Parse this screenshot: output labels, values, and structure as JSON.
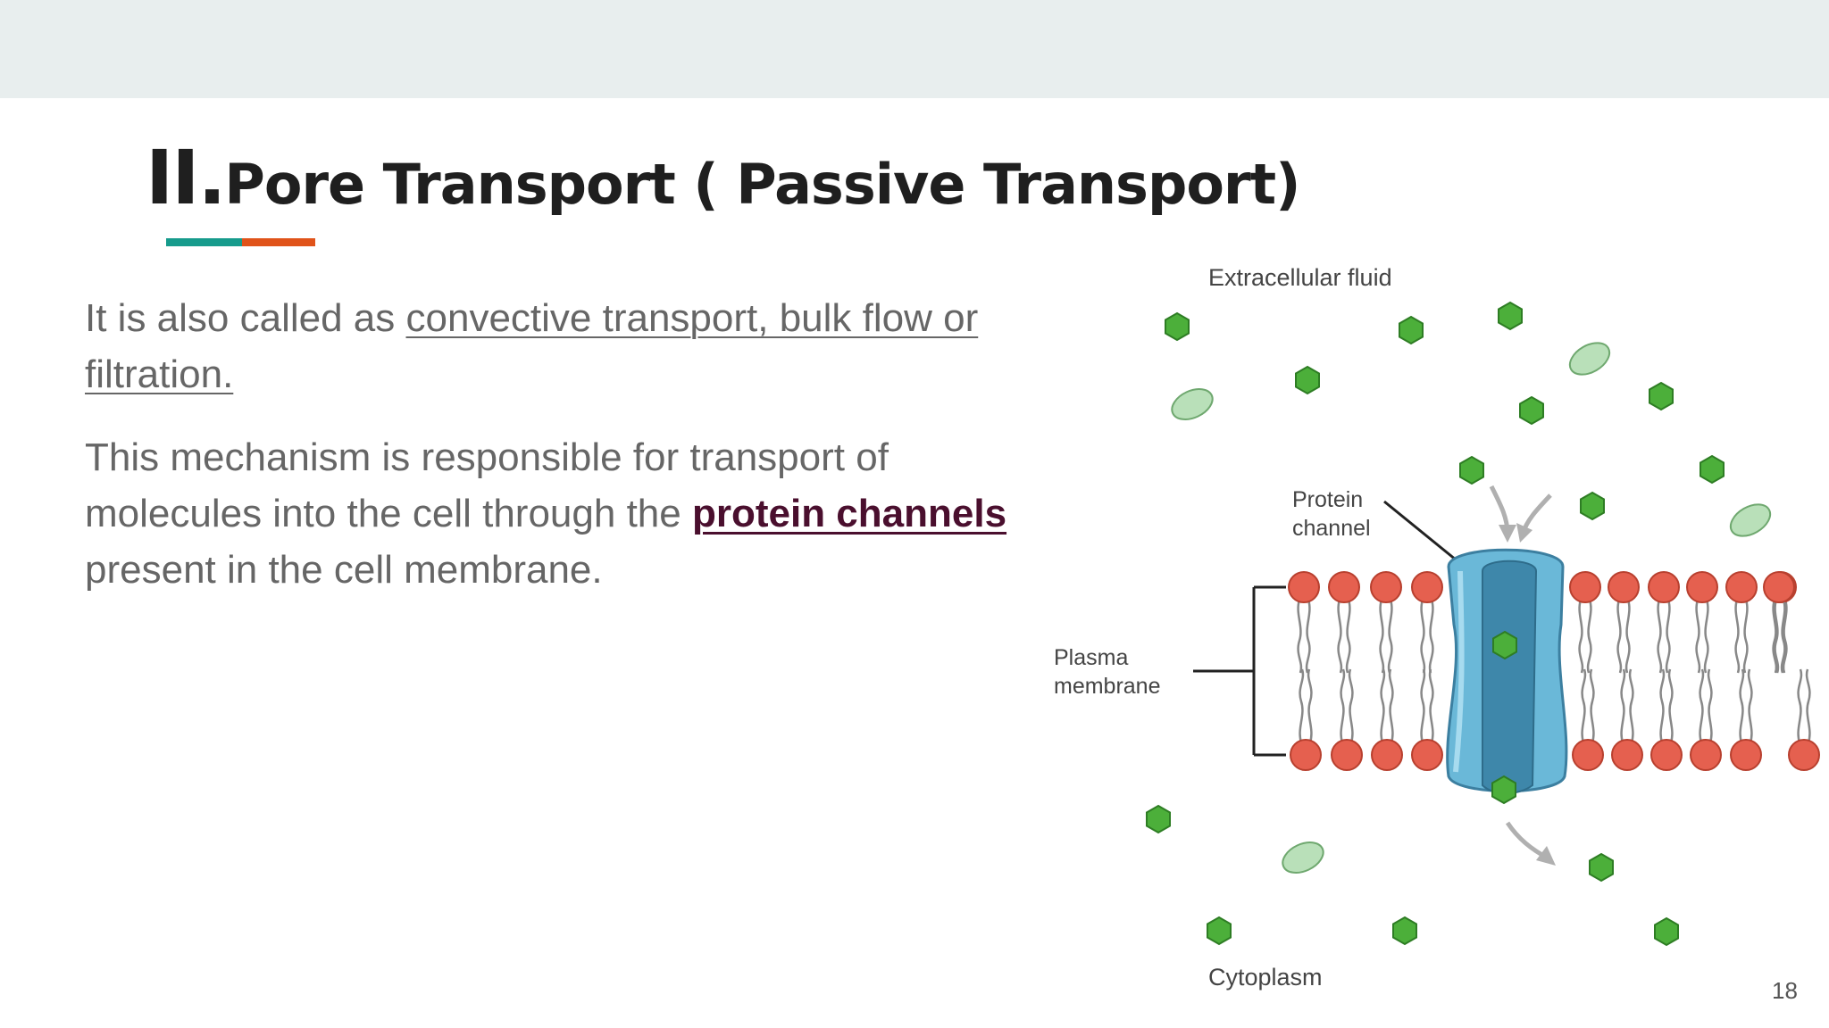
{
  "slide": {
    "title_number": "II.",
    "title_text": "Pore Transport ( Passive Transport)",
    "page_number": "18"
  },
  "body": {
    "p1_prefix": "It is also called as ",
    "p1_link": "convective transport, bulk flow or filtration.",
    "p2_prefix": "This mechanism is responsible for transport of molecules into the cell through the ",
    "p2_link": "protein channels",
    "p2_suffix": " present in the cell membrane."
  },
  "diagram": {
    "label_top": "Extracellular fluid",
    "label_channel_1": "Protein",
    "label_channel_2": "channel",
    "label_membrane_1": "Plasma",
    "label_membrane_2": "membrane",
    "label_bottom": "Cytoplasm"
  },
  "colors": {
    "accent_teal": "#169b8c",
    "accent_orange": "#e0531a",
    "link_color": "#4a0f2e",
    "molecule_green": "#4caf3a",
    "lipid_head": "#e5604f",
    "channel_blue": "#6ab8d8"
  }
}
